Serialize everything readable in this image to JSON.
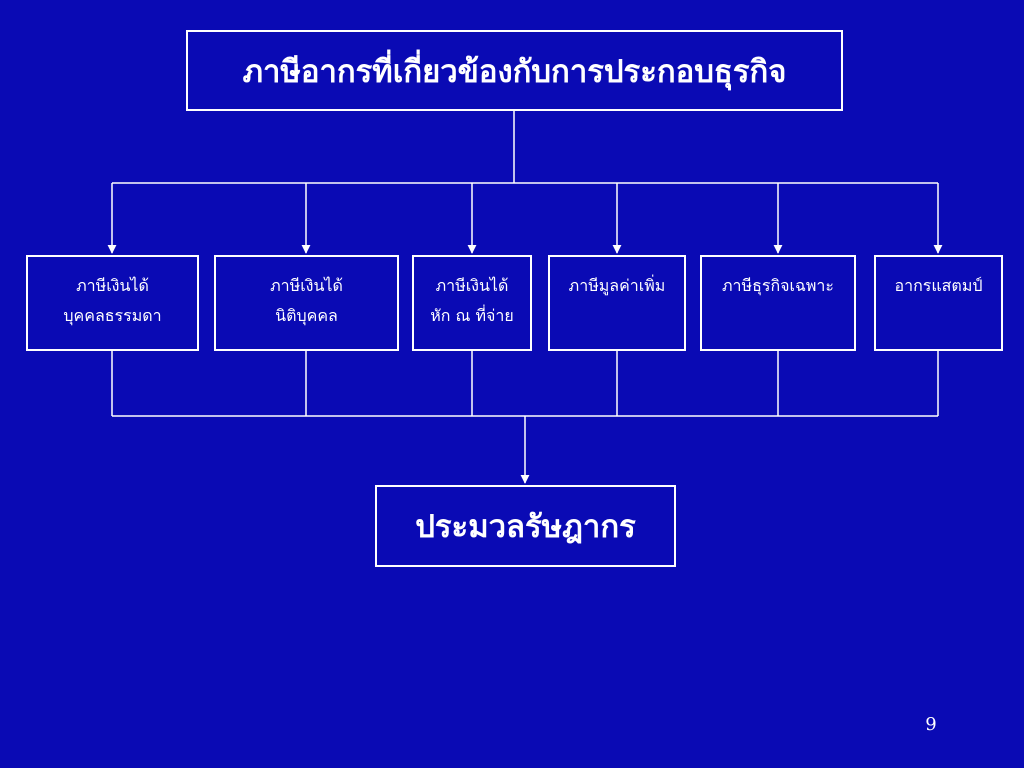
{
  "diagram": {
    "title": "ภาษีอากรที่เกี่ยวข้องกับการประกอบธุรกิจ",
    "taxes": [
      {
        "line1": "ภาษีเงินได้",
        "line2": "บุคคลธรรมดา"
      },
      {
        "line1": "ภาษีเงินได้",
        "line2": "นิติบุคคล"
      },
      {
        "line1": "ภาษีเงินได้",
        "line2": "หัก ณ ที่จ่าย"
      },
      {
        "line1": "ภาษีมูลค่าเพิ่ม",
        "line2": ""
      },
      {
        "line1": "ภาษีธุรกิจเฉพาะ",
        "line2": ""
      },
      {
        "line1": "อากรแสตมป์",
        "line2": ""
      }
    ],
    "bottom": "ประมวลรัษฎากร"
  },
  "slide": {
    "page_number": "9"
  },
  "colors": {
    "background": "#0a0ab4",
    "foreground": "#ffffff"
  }
}
